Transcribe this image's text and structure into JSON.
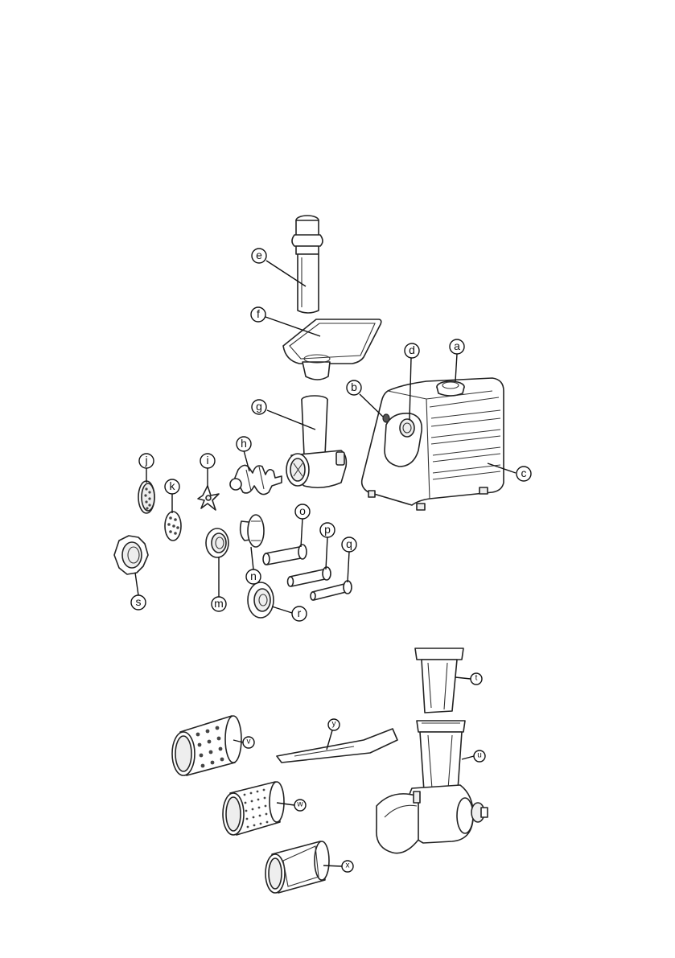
{
  "labels": {
    "a": "a",
    "b": "b",
    "c": "c",
    "d": "d",
    "e": "e",
    "f": "f",
    "g": "g",
    "h": "h",
    "i": "i",
    "j": "j",
    "k": "k",
    "m": "m",
    "n": "n",
    "o": "o",
    "p": "p",
    "q": "q",
    "r": "r",
    "s": "s",
    "t": "t",
    "u": "u",
    "v": "v",
    "w": "w",
    "x": "x",
    "y": "y"
  }
}
